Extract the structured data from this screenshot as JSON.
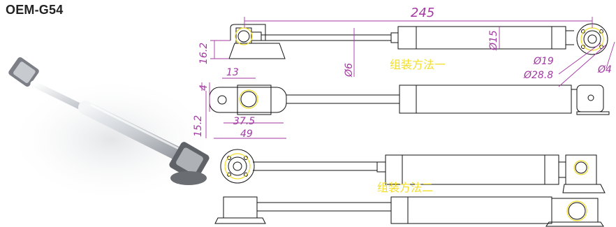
{
  "header": {
    "model_code": "OEM-G54"
  },
  "photo": {
    "icon": "gas-spring-photo"
  },
  "drawing": {
    "dimensions": {
      "overall_length": "245",
      "mount_height": "16.2",
      "rod_diameter": "Ø6",
      "cylinder_diameter": "Ø15",
      "bracket_inner_diameter": "Ø19",
      "bracket_outer_diameter": "Ø28.8",
      "hole_diameter": "Ø4",
      "top_offset": "13",
      "small_gap": "4",
      "bracket_height": "15.2",
      "inner_length": "37.5",
      "outer_length": "49"
    },
    "labels": {
      "method_one": "组装方法一",
      "method_two": "组装方法二"
    },
    "colors": {
      "line": "#111111",
      "dimension": "#a23aa2",
      "centerline": "#f2de2a"
    }
  }
}
